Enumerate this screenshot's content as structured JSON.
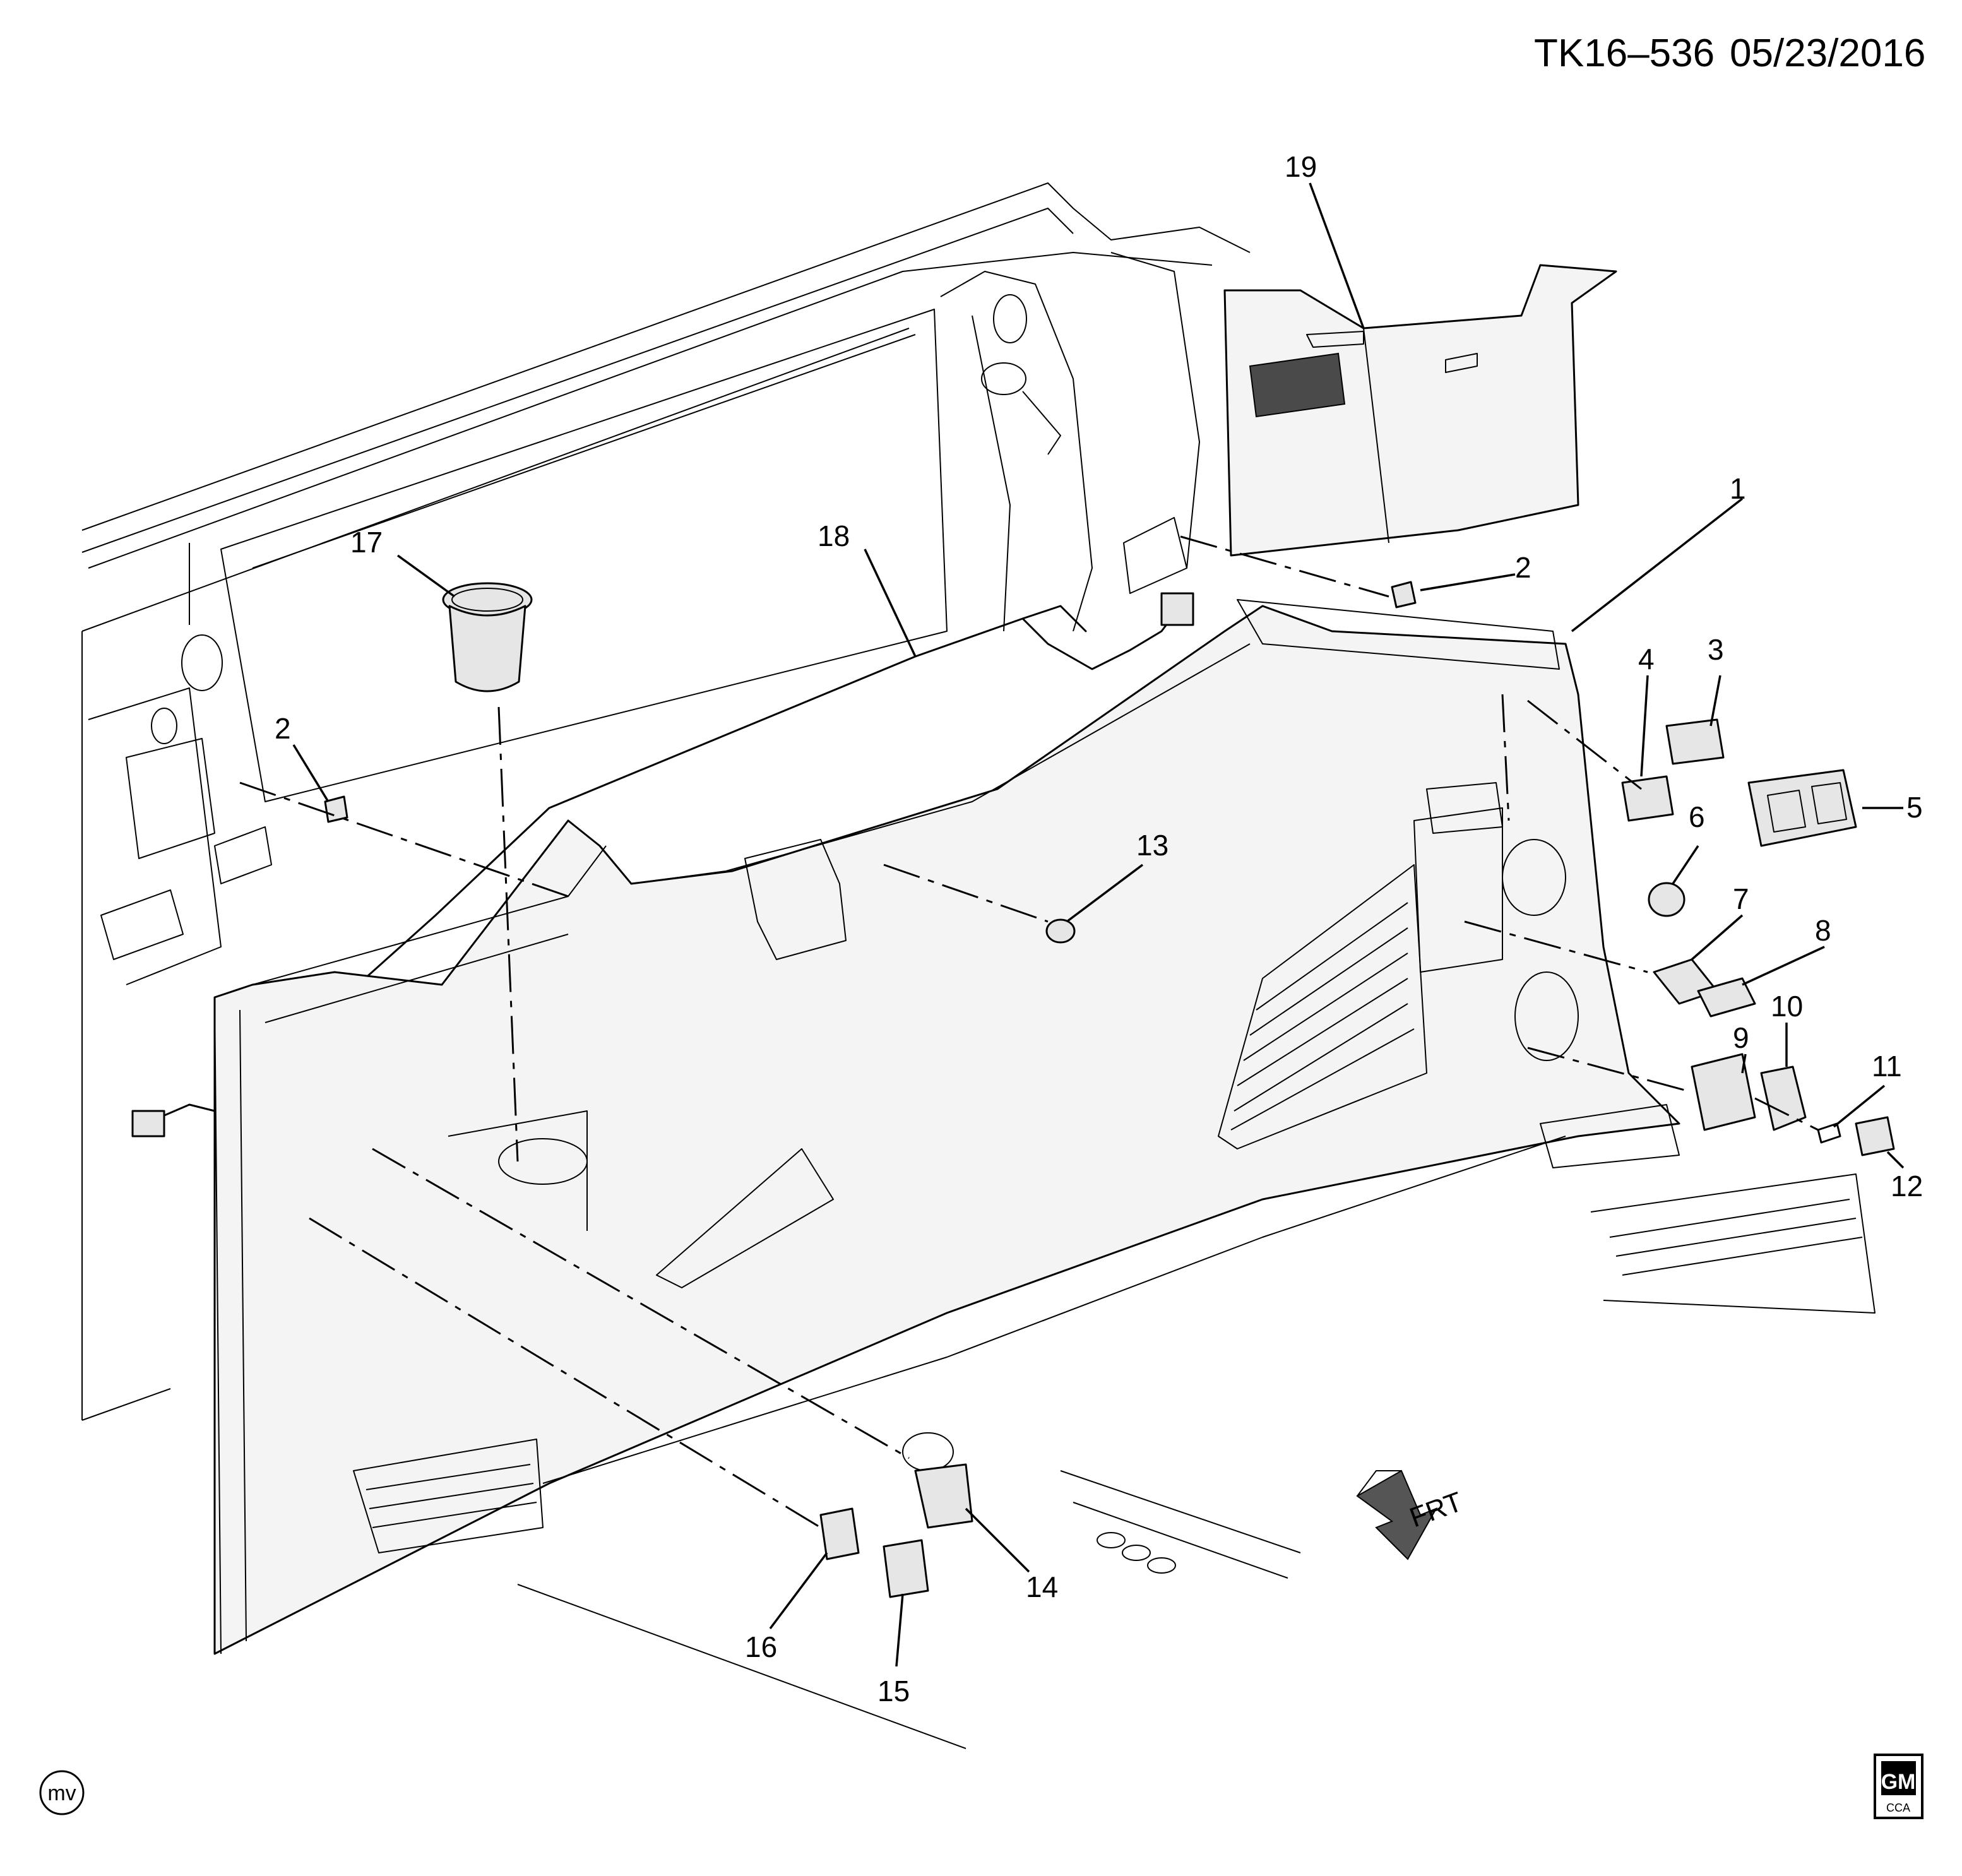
{
  "header": {
    "drawing_id": "TK16–536",
    "date": "05/23/2016"
  },
  "callouts": [
    "1",
    "2",
    "2",
    "3",
    "4",
    "5",
    "6",
    "7",
    "8",
    "9",
    "10",
    "11",
    "12",
    "13",
    "14",
    "15",
    "16",
    "17",
    "18",
    "19"
  ],
  "front_arrow": {
    "label": "FRT"
  },
  "corner_marks": {
    "left": "mv",
    "gm": "GM",
    "gm_sub": "CCA"
  },
  "colors": {
    "line": "#000000",
    "background": "#ffffff",
    "panel_fill": "#f4f4f4"
  }
}
